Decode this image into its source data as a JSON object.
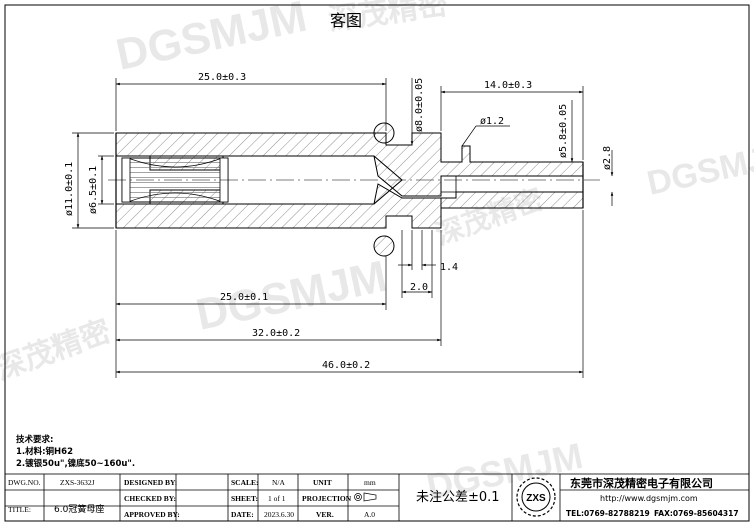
{
  "header": {
    "title": "客图"
  },
  "watermark": {
    "text": "DGSMJM",
    "cn": "深茂精密"
  },
  "dimensions": {
    "d_total_body": "25.0±0.3",
    "d_tip_len": "14.0±0.3",
    "d_groove_dia": "ø8.0±0.05",
    "d_hole": "ø1.2",
    "d_tip_dia": "ø5.8±0.05",
    "d_tip_bore": "ø2.8",
    "d_outer_dia": "ø11.0±0.1",
    "d_inner_dia": "ø6.5±0.1",
    "d_groove_w": "1.4",
    "d_groove_pos": "2.0",
    "d_bore_depth": "25.0±0.1",
    "d_to_tip": "32.0±0.2",
    "d_overall": "46.0±0.2"
  },
  "notes": {
    "heading": "技术要求:",
    "line1": "1.材料:铜H62",
    "line2": "2.镀银50u\",镍底50~160u\"."
  },
  "title_block": {
    "dwg_no_label": "DWG.NO.",
    "dwg_no": "ZXS-3632J",
    "title_label": "TITLE:",
    "title": "6.0冠簧母座",
    "designed_by_label": "DESIGNED BY:",
    "checked_by_label": "CHECKED BY:",
    "approved_by_label": "APPROVED BY:",
    "scale_label": "SCALE:",
    "scale": "N/A",
    "sheet_label": "SHEET:",
    "sheet": "1 of 1",
    "date_label": "DATE:",
    "date": "2023.6.30",
    "unit_label": "UNIT",
    "unit": "mm",
    "projection_label": "PROJECTION",
    "ver_label": "VER.",
    "ver": "A.0",
    "tolerance": "未注公差±0.1",
    "company": "东莞市深茂精密电子有限公司",
    "logo": "ZXS",
    "tel": "TEL:0769-82788219",
    "web": "http://www.dgsmjm.com",
    "fax": "FAX:0769-85604317"
  }
}
